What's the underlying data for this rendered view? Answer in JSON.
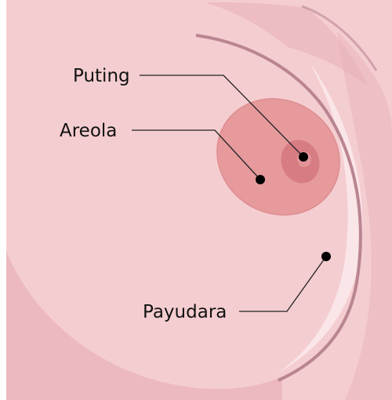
{
  "diagram": {
    "labels": {
      "nipple": "Puting",
      "areola": "Areola",
      "breast": "Payudara"
    },
    "colors": {
      "background": "#f4cdd0",
      "skin_shadow": "#e7b1b7",
      "contour": "#b98591",
      "highlight": "#fbe8ea",
      "areola": "#e69a9c",
      "areola_edge": "#de8c8f",
      "nipple": "#d67c82",
      "marker": "#000000",
      "leader_line": "#222222"
    }
  }
}
